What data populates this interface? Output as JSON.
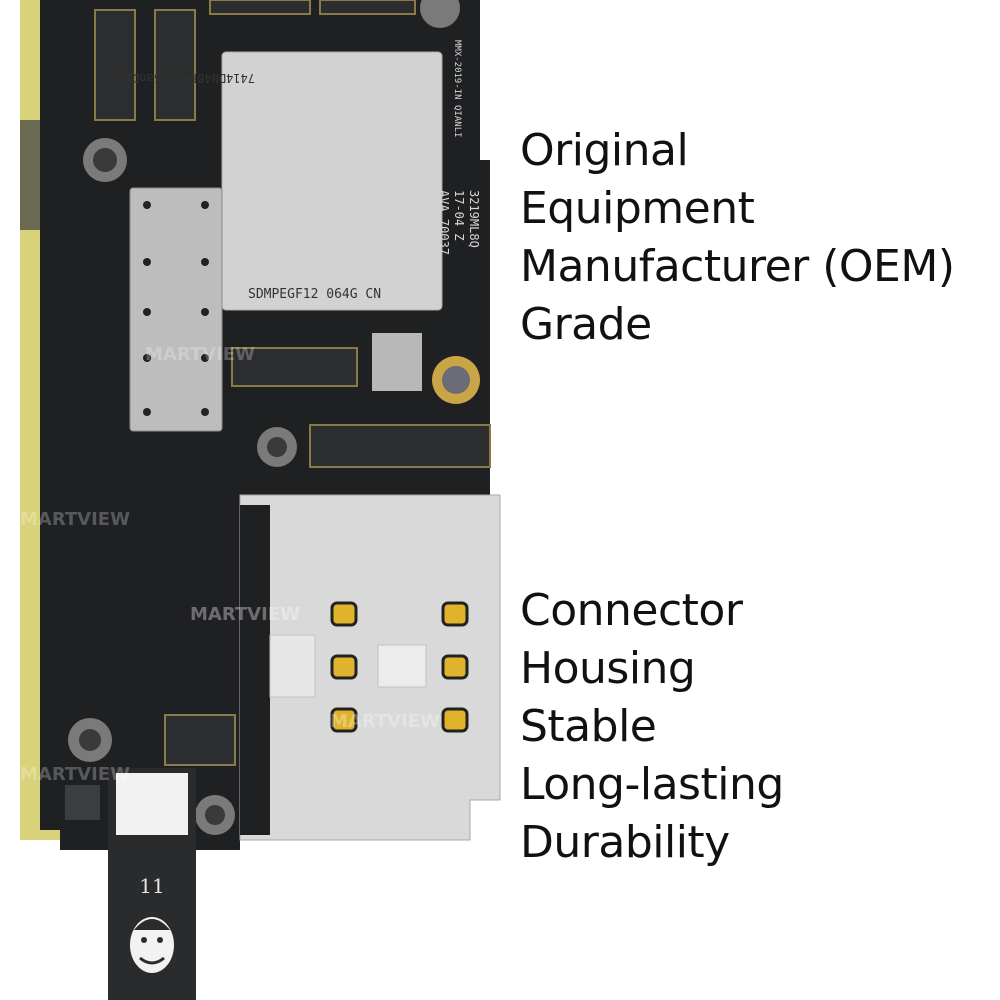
{
  "oem_feature": {
    "lines": [
      "Original",
      "Equipment",
      "Manufacturer (OEM)",
      "Grade"
    ]
  },
  "connector_feature": {
    "lines": [
      "Connector",
      "Housing",
      "Stable",
      "Long-lasting",
      "Durability"
    ]
  },
  "board": {
    "chip_text_top": "7414DN40FH A SanDisk",
    "chip_text_bottom": "SDMPEGF12  064G  CN",
    "side_text_1": "MMX-2019-IN QIANLI",
    "side_text_2": "AVA 70037",
    "side_text_3": "17-04 Z",
    "side_text_4": "3219ML8Q",
    "cable_number": "11"
  },
  "watermark": "MARTVIEW",
  "colors": {
    "pcb": "#1f2022",
    "gold_edge": "#d8d27a",
    "shield": "#d9d9d9",
    "text": "#111111"
  }
}
